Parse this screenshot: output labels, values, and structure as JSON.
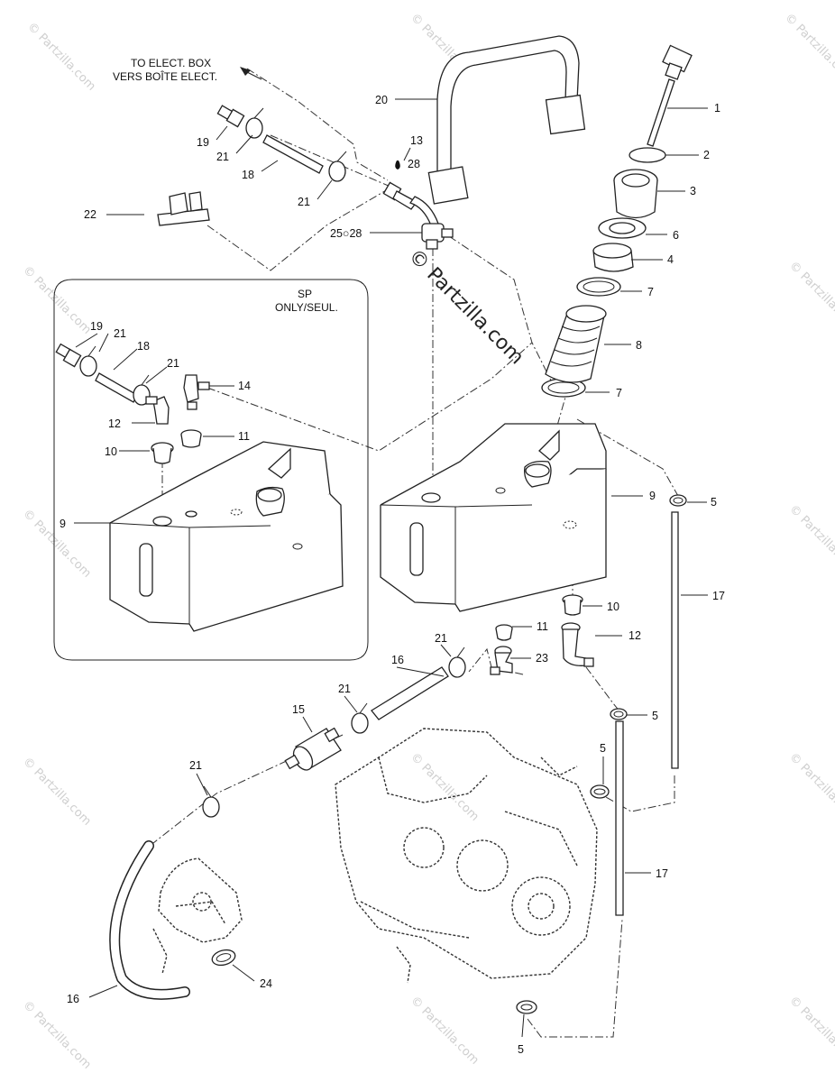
{
  "labels": {
    "l1": "1",
    "l2": "2",
    "l3": "3",
    "l4": "4",
    "l5a": "5",
    "l5b": "5",
    "l5c": "5",
    "l5d": "5",
    "l6": "6",
    "l7a": "7",
    "l7b": "7",
    "l8": "8",
    "l9a": "9",
    "l9b": "9",
    "l10a": "10",
    "l10b": "10",
    "l11a": "11",
    "l11b": "11",
    "l12a": "12",
    "l12b": "12",
    "l13": "13",
    "l14": "14",
    "l15": "15",
    "l16a": "16",
    "l16b": "16",
    "l17a": "17",
    "l17b": "17",
    "l18a": "18",
    "l18b": "18",
    "l19a": "19",
    "l19b": "19",
    "l20": "20",
    "l21a": "21",
    "l21b": "21",
    "l21c": "21",
    "l21d": "21",
    "l21e": "21",
    "l21f": "21",
    "l22": "22",
    "l23": "23",
    "l24": "24",
    "l25": "25○28",
    "l28": "28"
  },
  "notes": {
    "to_box_line1": "TO ELECT. BOX",
    "to_box_line2": "VERS BOÎTE ELECT.",
    "sp_line1": "SP",
    "sp_line2": "ONLY/SEUL."
  },
  "watermark": {
    "center": "© Partzilla.com",
    "repeat": "© Partzilla.com"
  }
}
